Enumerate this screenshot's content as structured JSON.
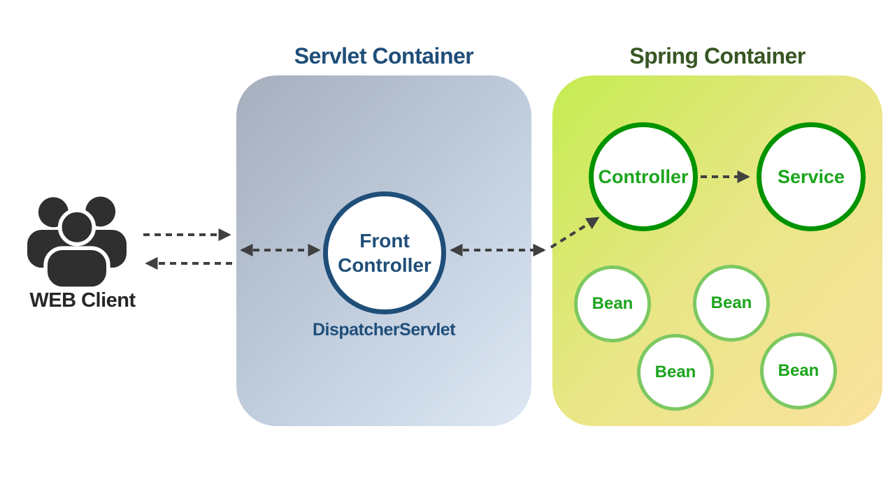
{
  "diagram": {
    "client": {
      "label": "WEB Client",
      "icon": "users-group-icon"
    },
    "servlet_container": {
      "title": "Servlet Container",
      "front_controller_label": "Front Controller",
      "caption": "DispatcherServlet"
    },
    "spring_container": {
      "title": "Spring Container",
      "controller_label": "Controller",
      "service_label": "Service",
      "beans": [
        "Bean",
        "Bean",
        "Bean",
        "Bean"
      ]
    },
    "colors": {
      "servlet_title": "#1F4E79",
      "servlet_gradient_start": "#A5AEBC",
      "servlet_gradient_end": "#DEE8F4",
      "blue_circle_border": "#1F4E79",
      "spring_title": "#375623",
      "spring_gradient_start": "#C5EC50",
      "spring_gradient_end": "#FAE29E",
      "green_circle_border": "#009300",
      "green_text": "#1CA51C",
      "bean_border": "#7CC862",
      "client_icon": "#2F2F2F",
      "client_label": "#262626",
      "arrow": "#404040"
    }
  }
}
